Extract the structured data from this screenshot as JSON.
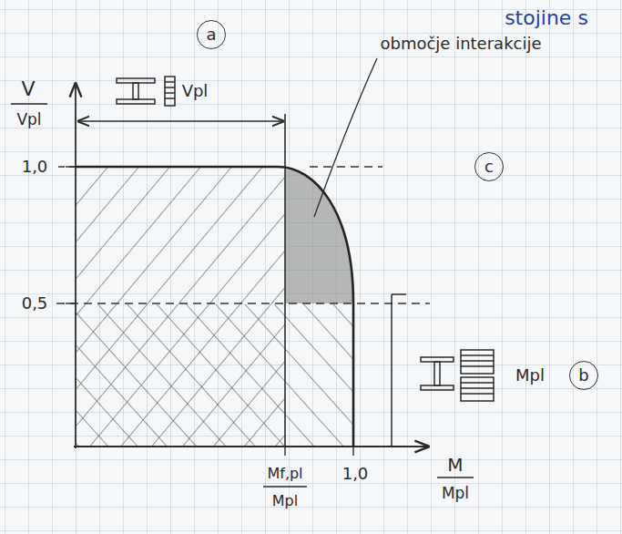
{
  "diagram": {
    "nodes": [
      {
        "text": [
          "a"
        ]
      },
      {
        "text": [
          "c"
        ]
      },
      {
        "text": [
          "b"
        ]
      }
    ],
    "labels": [
      "stojine s",
      "V",
      "Vpl",
      "Vpl",
      "1,0",
      "območje interakcije",
      "0,5",
      "Mpl",
      "Mf,pl",
      "Mpl",
      "1,0",
      "M",
      "Mpl"
    ]
  }
}
